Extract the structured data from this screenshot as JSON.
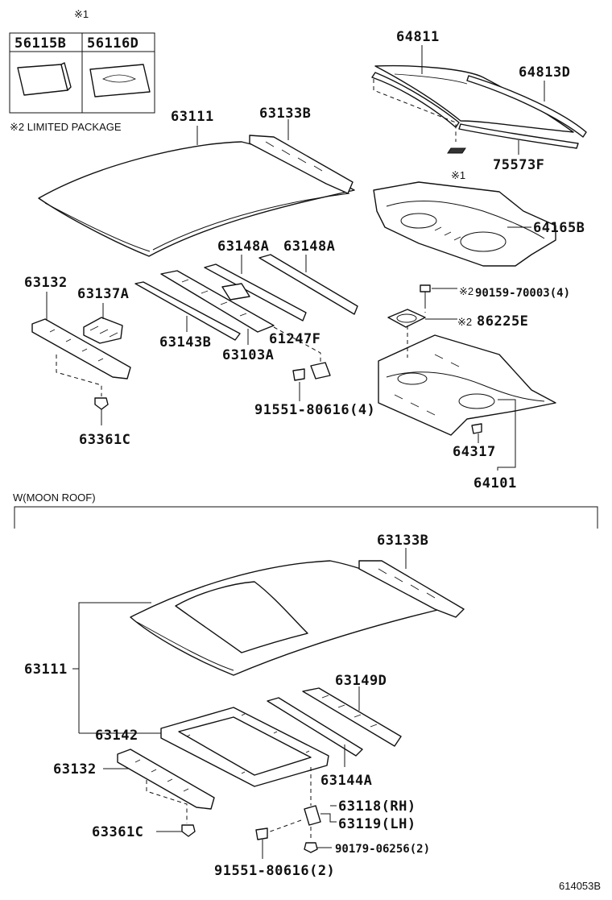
{
  "callouts": {
    "box_note_mark": "※1",
    "box_left": "56115B",
    "box_right": "56116D",
    "limited_note": "※2 LIMITED PACKAGE",
    "p64811": "64811",
    "p64813D": "64813D",
    "p75573F": "75573F",
    "mark1": "※1",
    "p64165B": "64165B",
    "p63111_top": "63111",
    "p63133B_top": "63133B",
    "p63148A_a": "63148A",
    "p63148A_b": "63148A",
    "p63132_top": "63132",
    "p63137A": "63137A",
    "p63143B": "63143B",
    "p63103A": "63103A",
    "p61247F": "61247F",
    "p91551_4": "91551-80616(4)",
    "p63361C_top": "63361C",
    "mark2a": "※2",
    "p90159": "90159-70003(4)",
    "mark2b": "※2",
    "p86225E": "86225E",
    "p64317": "64317",
    "p64101": "64101",
    "section_label": "W(MOON ROOF)",
    "p63133B_bot": "63133B",
    "p63111_bot": "63111",
    "p63149D": "63149D",
    "p63142": "63142",
    "p63132_bot": "63132",
    "p63144A": "63144A",
    "p63118": "63118(RH)",
    "p63119": "63119(LH)",
    "p63361C_bot": "63361C",
    "p90179": "90179-06256(2)",
    "p91551_2": "91551-80616(2)",
    "drawing_no": "614053B"
  }
}
